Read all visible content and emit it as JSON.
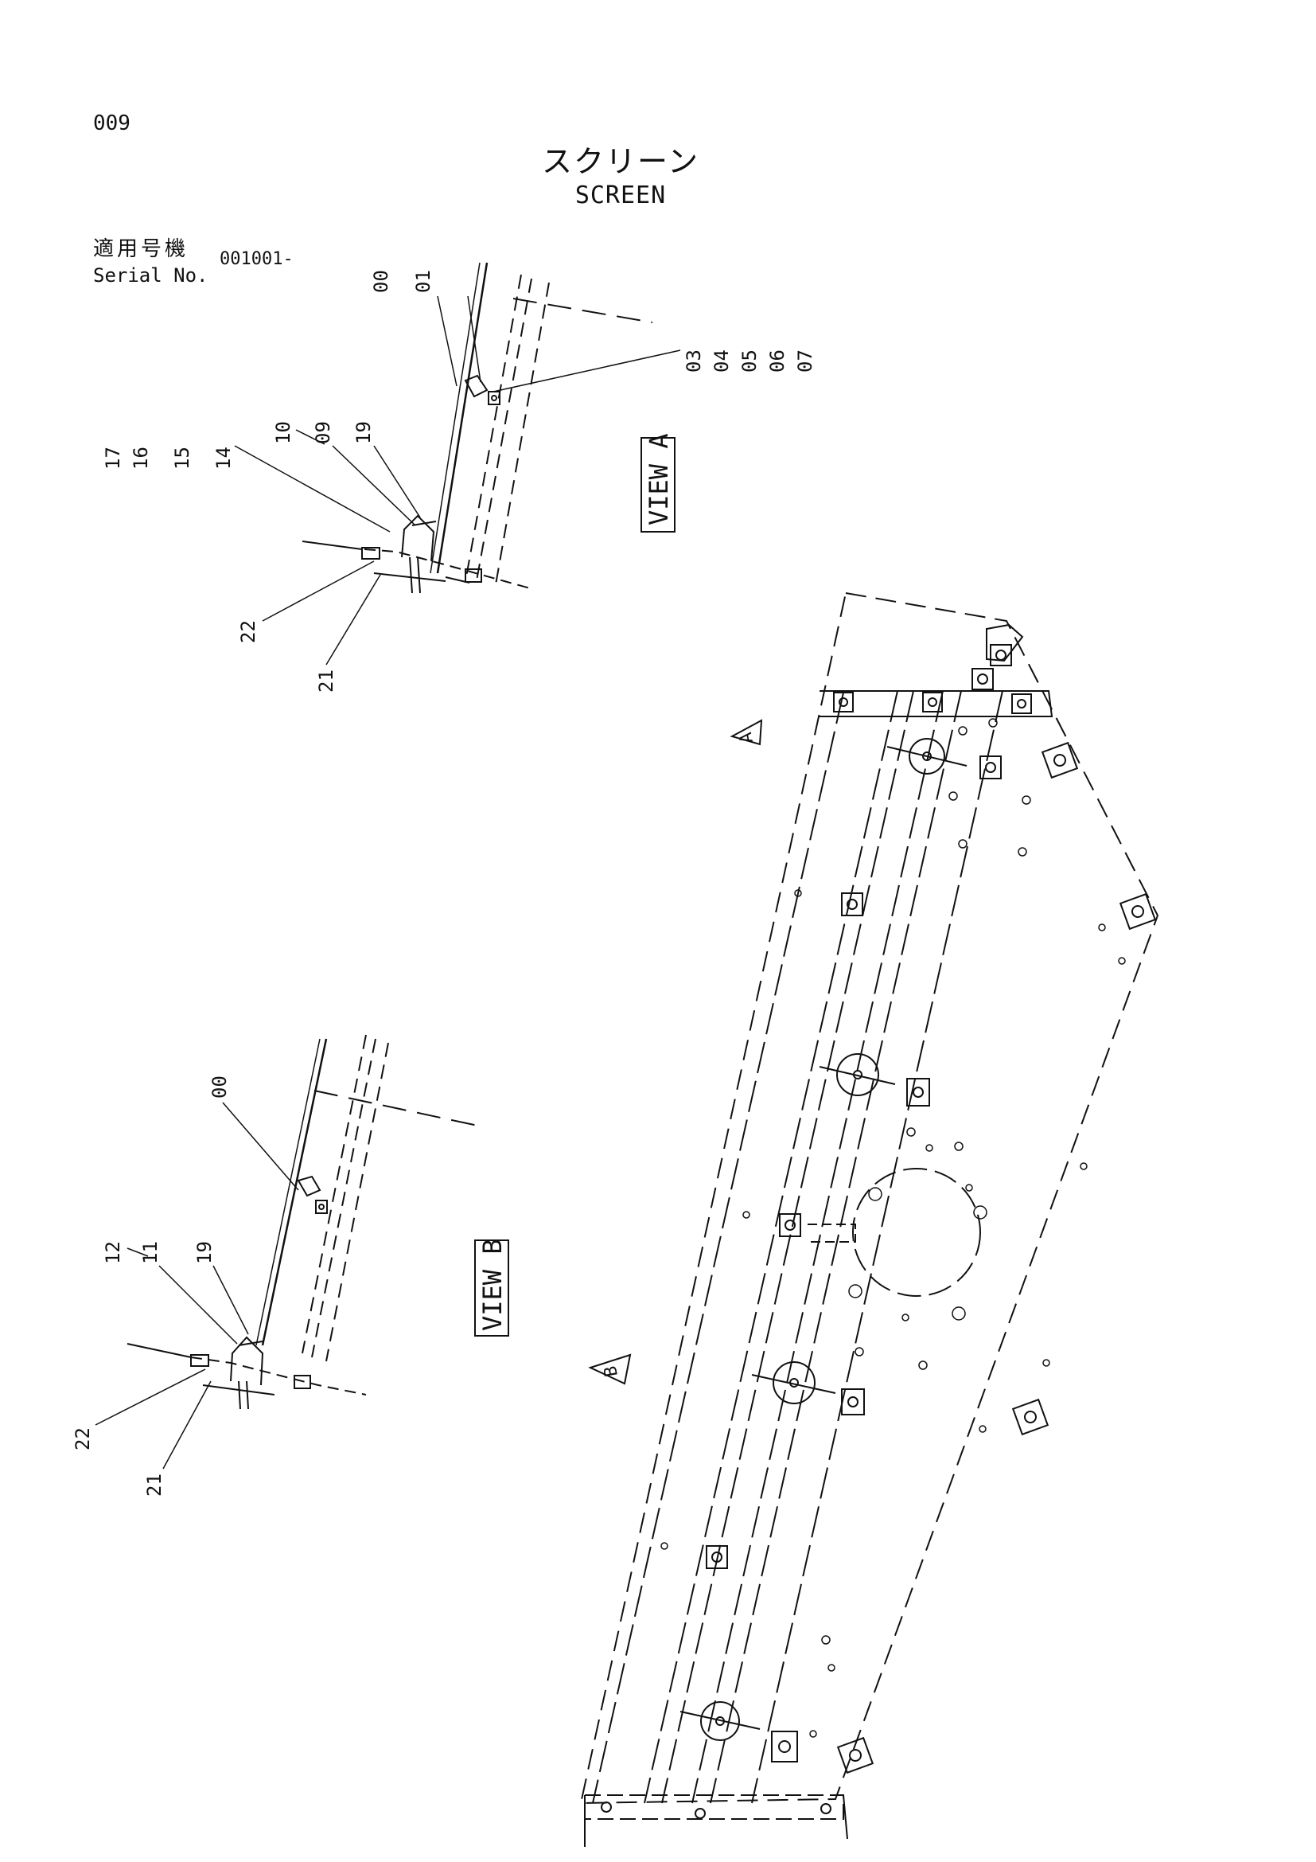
{
  "header": {
    "page_number": "009",
    "title_jp": "スクリーン",
    "title_en": "SCREEN",
    "serial_label_jp": "適用号機",
    "serial_label_en": "Serial No.",
    "serial_value": "001001-"
  },
  "view_a": {
    "label": "VIEW A",
    "callouts": [
      "00",
      "01",
      "03",
      "04",
      "05",
      "06",
      "07",
      "10",
      "09",
      "19",
      "17",
      "16",
      "15",
      "14",
      "22",
      "21"
    ]
  },
  "view_b": {
    "label": "VIEW B",
    "callouts": [
      "00",
      "12",
      "11",
      "19",
      "22",
      "21"
    ]
  },
  "main_view": {
    "arrow_a_label": "A",
    "arrow_b_label": "B"
  }
}
